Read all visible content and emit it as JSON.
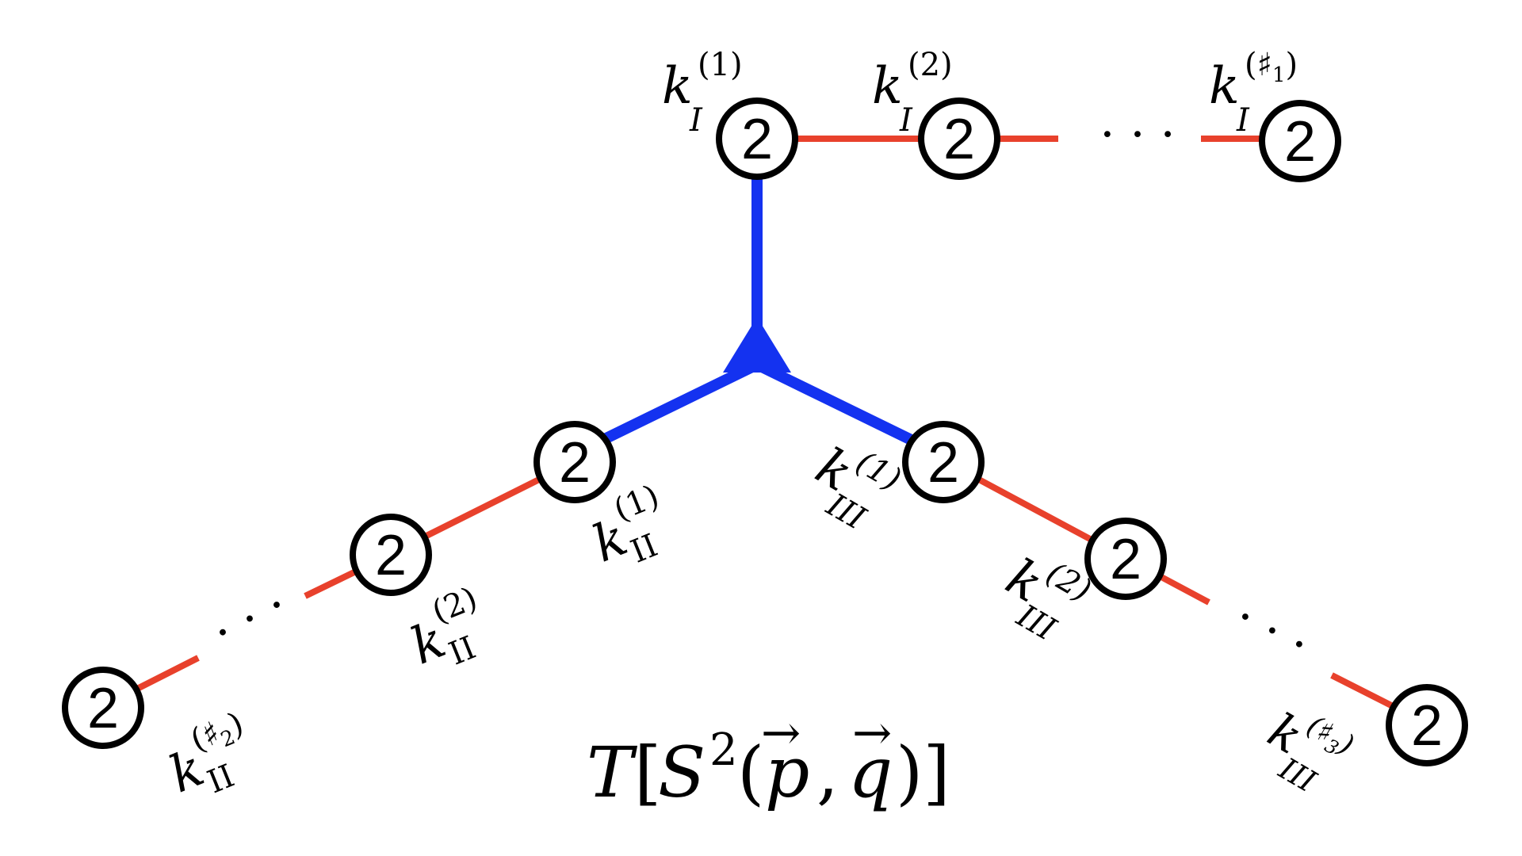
{
  "colors": {
    "chain": "#e8412c",
    "center": "#1432f0",
    "node_stroke": "#000000",
    "background": "#ffffff"
  },
  "node_label": "2",
  "ellipsis": "· · ·",
  "labels": {
    "top": {
      "base": "k",
      "sub": "I",
      "sups": [
        "(1)",
        "(2)",
        "(♯",
        "1",
        ")"
      ]
    },
    "left": {
      "base": "k",
      "sub": "II",
      "sups": [
        "(1)",
        "(2)",
        "(♯",
        "2",
        ")"
      ]
    },
    "right": {
      "base": "k",
      "sub": "III",
      "sups": [
        "(1)",
        "(2)",
        "(♯",
        "3",
        ")"
      ]
    }
  },
  "title": {
    "T": "T",
    "open": "[",
    "S": "S",
    "exp": "2",
    "args": "(",
    "p": "p",
    "comma": ",",
    "q": "q",
    "close": ")]",
    "arrow": "→"
  }
}
